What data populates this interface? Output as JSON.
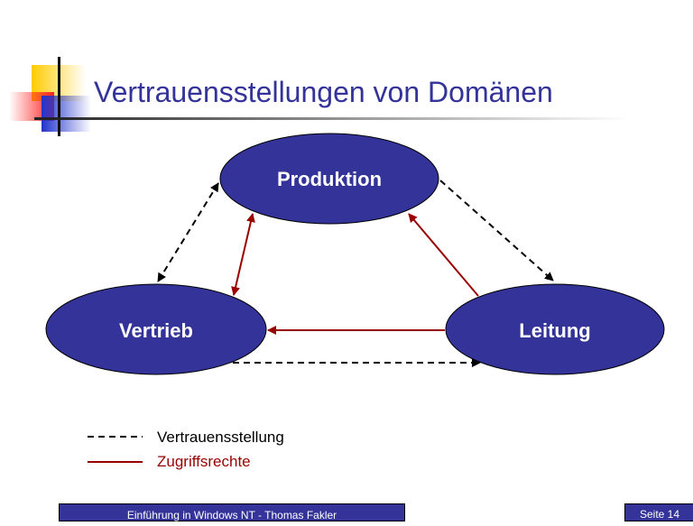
{
  "title": "Vertrauensstellungen von Domänen",
  "nodes": {
    "produktion": "Produktion",
    "vertrieb": "Vertrieb",
    "leitung": "Leitung"
  },
  "legend": {
    "trust": "Vertrauensstellung",
    "access": "Zugriffsrechte"
  },
  "footer": {
    "text": "Einführung in Windows NT - Thomas Fakler",
    "page": "Seite 14"
  },
  "colors": {
    "node": "#333399",
    "trust": "#000000",
    "access": "#990000"
  }
}
